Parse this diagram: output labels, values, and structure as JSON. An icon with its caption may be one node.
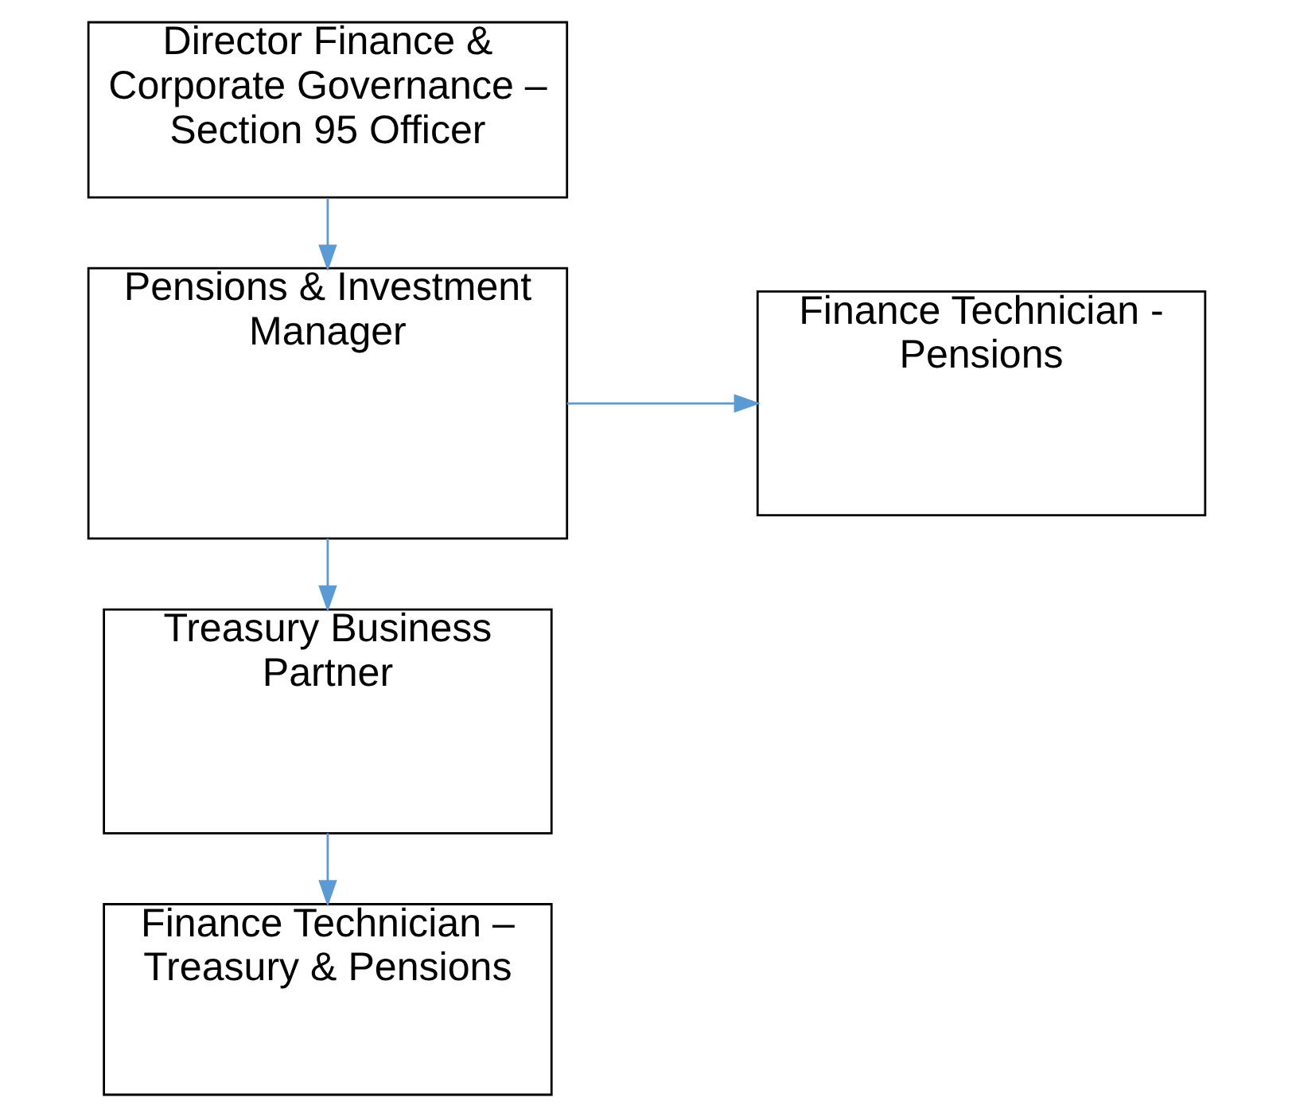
{
  "diagram": {
    "nodes": [
      {
        "text": [
          "Director Finance & Corporate Governance – Section 95 Officer"
        ]
      },
      {
        "text": [
          "Pensions & Investment Manager"
        ]
      },
      {
        "text": [
          "Finance Technician - Pensions"
        ]
      },
      {
        "text": [
          "Treasury Business Partner"
        ]
      },
      {
        "text": [
          "Finance Technician – Treasury & Pensions"
        ]
      }
    ],
    "edges": [
      {
        "from": 0,
        "to": 1,
        "arrow": "to"
      },
      {
        "from": 1,
        "to": 2,
        "arrow": "to"
      },
      {
        "from": 1,
        "to": 3,
        "arrow": "to"
      },
      {
        "from": 3,
        "to": 4,
        "arrow": "to"
      }
    ]
  }
}
